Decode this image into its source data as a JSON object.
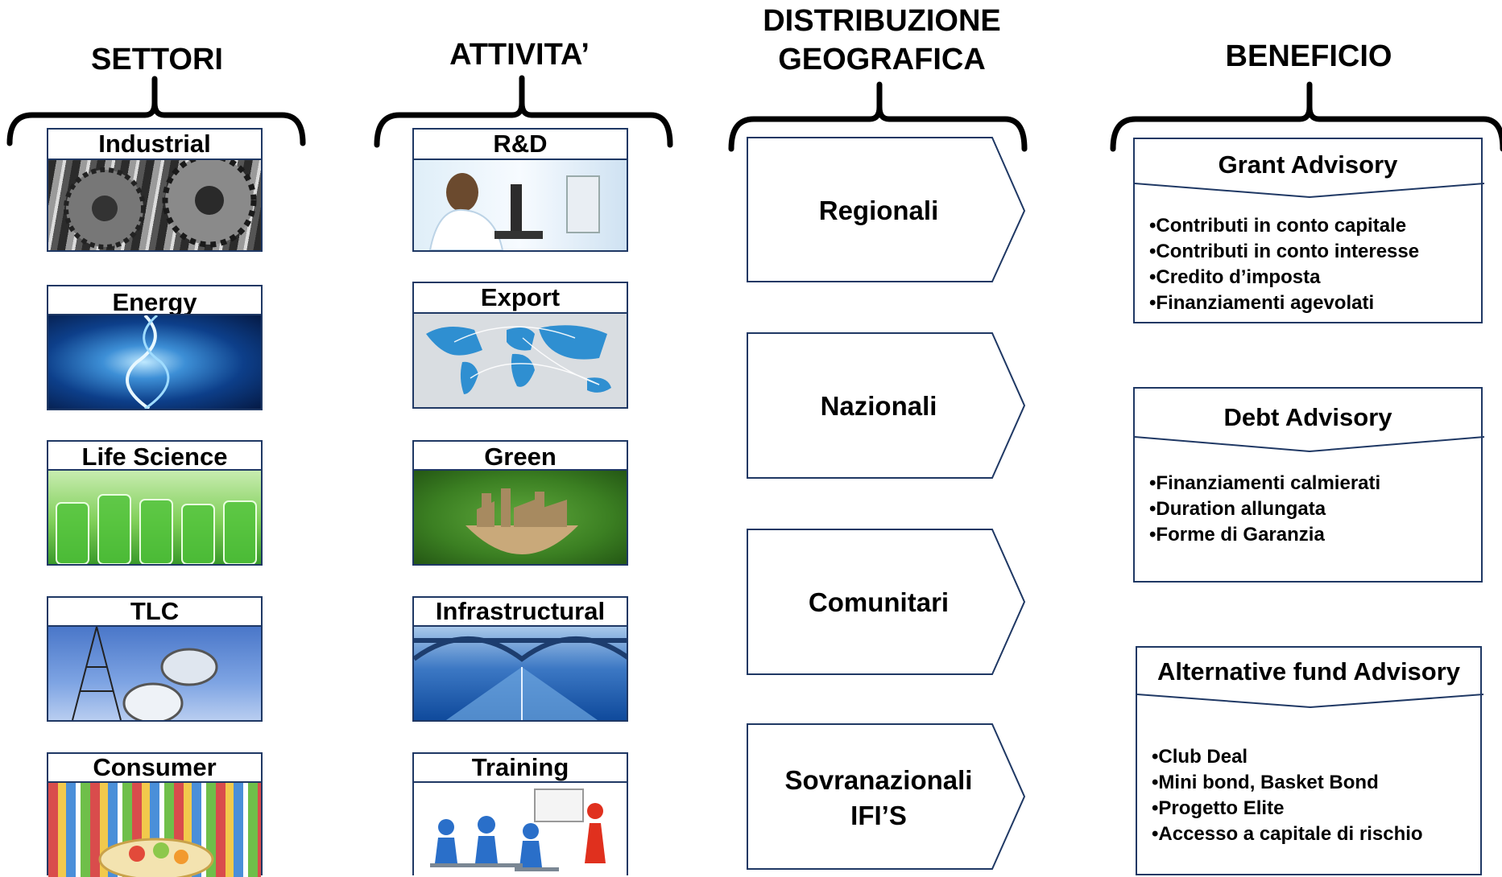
{
  "headers": {
    "settori": "SETTORI",
    "attivita": "ATTIVITA’",
    "distribuzione_1": "DISTRIBUZIONE",
    "distribuzione_2": "GEOGRAFICA",
    "beneficio": "BENEFICIO"
  },
  "settori": [
    "Industrial",
    "Energy",
    "Life Science",
    "TLC",
    "Consumer"
  ],
  "attivita": [
    "R&D",
    "Export",
    "Green",
    "Infrastructural",
    "Training"
  ],
  "distribuzione": {
    "regionali": "Regionali",
    "nazionali": "Nazionali",
    "comunitari": "Comunitari",
    "sovranazionali_1": "Sovranazionali",
    "sovranazionali_2": "IFI’S"
  },
  "benefici": {
    "grant": {
      "title": "Grant Advisory",
      "items": [
        "Contributi in conto capitale",
        "Contributi in conto interesse",
        "Credito d’imposta",
        "Finanziamenti agevolati"
      ]
    },
    "debt": {
      "title": "Debt Advisory",
      "items": [
        "Finanziamenti calmierati",
        "Duration allungata",
        "Forme di Garanzia"
      ]
    },
    "alternative": {
      "title": "Alternative fund Advisory",
      "items": [
        "Club Deal",
        "Mini bond, Basket Bond",
        "Progetto Elite",
        "Accesso a capitale di rischio"
      ]
    }
  },
  "colors": {
    "border": "#1f3864",
    "text": "#000000"
  }
}
